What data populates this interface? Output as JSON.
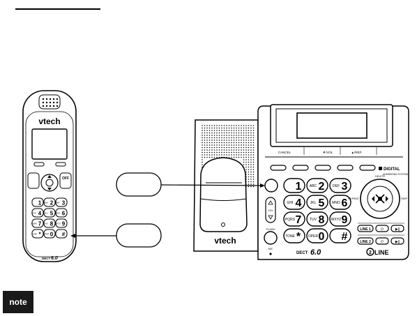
{
  "handset": {
    "brand": "vtech",
    "keys": [
      {
        "digit": "1",
        "letters": ""
      },
      {
        "digit": "2",
        "letters": "ABC"
      },
      {
        "digit": "3",
        "letters": "DEF"
      },
      {
        "digit": "4",
        "letters": "GHI"
      },
      {
        "digit": "5",
        "letters": "JKL"
      },
      {
        "digit": "6",
        "letters": "MNO"
      },
      {
        "digit": "7",
        "letters": "PQRS"
      },
      {
        "digit": "8",
        "letters": "TUV"
      },
      {
        "digit": "9",
        "letters": "WXYZ"
      },
      {
        "digit": "*",
        "letters": "TONE"
      },
      {
        "digit": "0",
        "letters": "OPER"
      },
      {
        "digit": "#",
        "letters": ""
      }
    ],
    "off_label": "OFF",
    "dect_label": "DECT",
    "dect_version": "6.0"
  },
  "base": {
    "brand": "vtech",
    "softkey_labels": [
      "CANCEL",
      "▼/VOL",
      "▲/REP"
    ],
    "digital_label": "DIGITAL",
    "answering_label": "ANSWERING SYSTEM",
    "keys": [
      {
        "digit": "1",
        "letters": ""
      },
      {
        "digit": "2",
        "letters": "ABC"
      },
      {
        "digit": "3",
        "letters": "DEF"
      },
      {
        "digit": "4",
        "letters": "GHI"
      },
      {
        "digit": "5",
        "letters": "JKL"
      },
      {
        "digit": "6",
        "letters": "MNO"
      },
      {
        "digit": "7",
        "letters": "PQRS"
      },
      {
        "digit": "8",
        "letters": "TUV"
      },
      {
        "digit": "9",
        "letters": "WXYZ"
      },
      {
        "digit": "*",
        "letters": "TONE"
      },
      {
        "digit": "0",
        "letters": "OPER"
      },
      {
        "digit": "#",
        "letters": ""
      }
    ],
    "flash_label": "FLASH",
    "vol_label": "VOL",
    "mic_label": "MIC",
    "repeat_label": "REPEAT",
    "skip_label": "SKIP",
    "delete_label": "DELETE",
    "line1_label": "LINE 1",
    "line2_label": "LINE 2",
    "dect_label": "DECT",
    "dect_version": "6.0",
    "line_count": "2",
    "line_word": "LINE"
  },
  "callouts": [
    "",
    ""
  ],
  "note_label": "note"
}
